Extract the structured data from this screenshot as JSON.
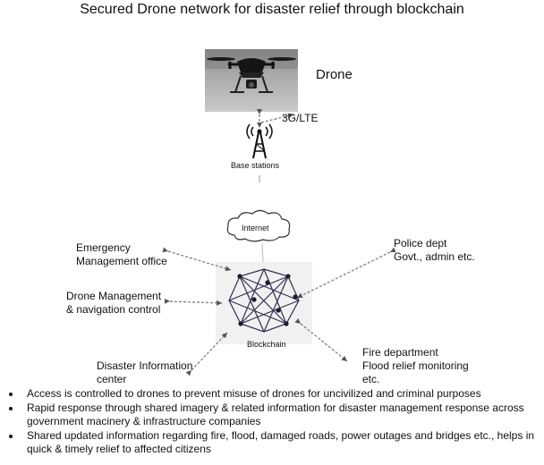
{
  "title": "Secured Drone network for disaster relief through blockchain",
  "nodes": {
    "drone": "Drone",
    "link": "3G/LTE",
    "base": "Base stations",
    "internet": "Internet",
    "blockchain": "Blockchain"
  },
  "stakeholders": {
    "emergency_1": "Emergency",
    "emergency_2": "Management office",
    "drone_mgmt_1": "Drone Management",
    "drone_mgmt_2": "& navigation control",
    "disaster_1": "Disaster Information",
    "disaster_2": "center",
    "police_1": "Police dept",
    "police_2": "Govt., admin etc.",
    "fire_1": "Fire department",
    "fire_2": "Flood relief monitoring",
    "fire_3": "etc."
  },
  "notes": [
    "Access is controlled to drones to prevent misuse of drones for uncivilized and criminal purposes",
    "Rapid response through shared imagery & related information for disaster management response across government macinery & infrastructure companies",
    "Shared updated information regarding fire, flood, damaged roads, power outages and bridges etc., helps in quick & timely relief to affected citizens"
  ]
}
